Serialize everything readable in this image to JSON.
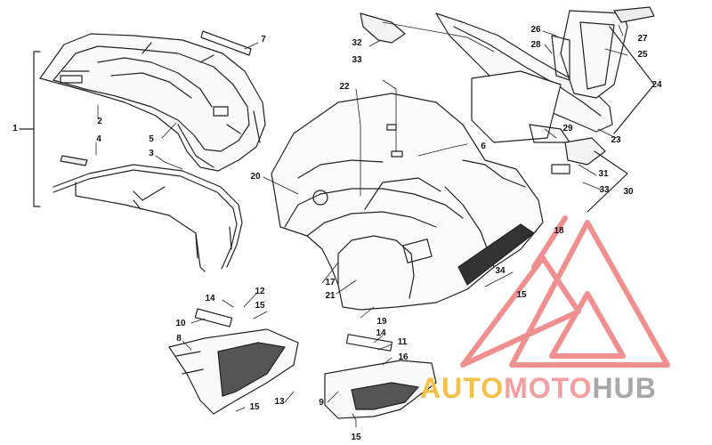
{
  "callouts": [
    {
      "id": "c1",
      "label": "1"
    },
    {
      "id": "c2",
      "label": "2"
    },
    {
      "id": "c3",
      "label": "3"
    },
    {
      "id": "c4",
      "label": "4"
    },
    {
      "id": "c5",
      "label": "5"
    },
    {
      "id": "c6",
      "label": "6"
    },
    {
      "id": "c7",
      "label": "7"
    },
    {
      "id": "c8",
      "label": "8"
    },
    {
      "id": "c9",
      "label": "9"
    },
    {
      "id": "c10",
      "label": "10"
    },
    {
      "id": "c11",
      "label": "11"
    },
    {
      "id": "c12",
      "label": "12"
    },
    {
      "id": "c13",
      "label": "13"
    },
    {
      "id": "c14a",
      "label": "14"
    },
    {
      "id": "c14b",
      "label": "14"
    },
    {
      "id": "c15a",
      "label": "15"
    },
    {
      "id": "c15b",
      "label": "15"
    },
    {
      "id": "c15c",
      "label": "15"
    },
    {
      "id": "c15d",
      "label": "15"
    },
    {
      "id": "c16",
      "label": "16"
    },
    {
      "id": "c17",
      "label": "17"
    },
    {
      "id": "c18",
      "label": "18"
    },
    {
      "id": "c19",
      "label": "19"
    },
    {
      "id": "c20",
      "label": "20"
    },
    {
      "id": "c21",
      "label": "21"
    },
    {
      "id": "c22",
      "label": "22"
    },
    {
      "id": "c23",
      "label": "23"
    },
    {
      "id": "c24",
      "label": "24"
    },
    {
      "id": "c25",
      "label": "25"
    },
    {
      "id": "c26",
      "label": "26"
    },
    {
      "id": "c27",
      "label": "27"
    },
    {
      "id": "c28",
      "label": "28"
    },
    {
      "id": "c29",
      "label": "29"
    },
    {
      "id": "c30",
      "label": "30"
    },
    {
      "id": "c31",
      "label": "31"
    },
    {
      "id": "c32",
      "label": "32"
    },
    {
      "id": "c33a",
      "label": "33"
    },
    {
      "id": "c33b",
      "label": "33"
    },
    {
      "id": "c34",
      "label": "34"
    }
  ],
  "watermark": {
    "part1": "AUTO",
    "part2": "MOTO",
    "part3": "HUB",
    "colors": {
      "part1": "#f5c04a",
      "part2": "#f0a0a0",
      "part3": "#a7a7a7",
      "logo": "#e85050"
    }
  }
}
